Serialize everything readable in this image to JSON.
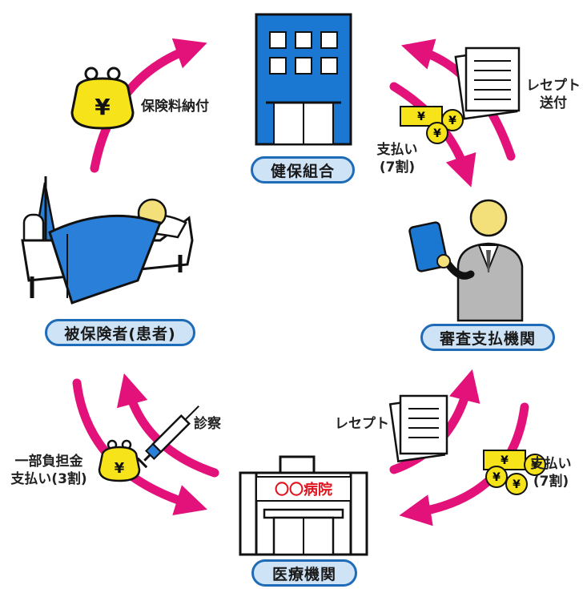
{
  "nodes": {
    "insurer": "健保組合",
    "insured": "被保険者(患者)",
    "review": "審査支払機関",
    "medical": "医療機関"
  },
  "labels": {
    "premium": "保険料納付",
    "receipt_top_1": "レセプト",
    "receipt_top_2": "送付",
    "pay_top_1": "支払い",
    "pay_top_2": "(7割)",
    "exam": "診察",
    "copay_1": "一部負担金",
    "copay_2": "支払い(3割)",
    "receipt_bottom": "レセプト",
    "pay_bottom_1": "支払い",
    "pay_bottom_2": "(7割)",
    "hospital_sign": "〇〇病院"
  },
  "icons": {
    "yen": "¥"
  },
  "colors": {
    "arrow": "#e2127a",
    "building": "#1a78d2",
    "pill_fill": "#cfe3f6",
    "pill_border": "#1e6bb8",
    "coin": "#f6e31a",
    "blanket": "#2a7fd8",
    "hospital_sign": "#e0141e"
  }
}
